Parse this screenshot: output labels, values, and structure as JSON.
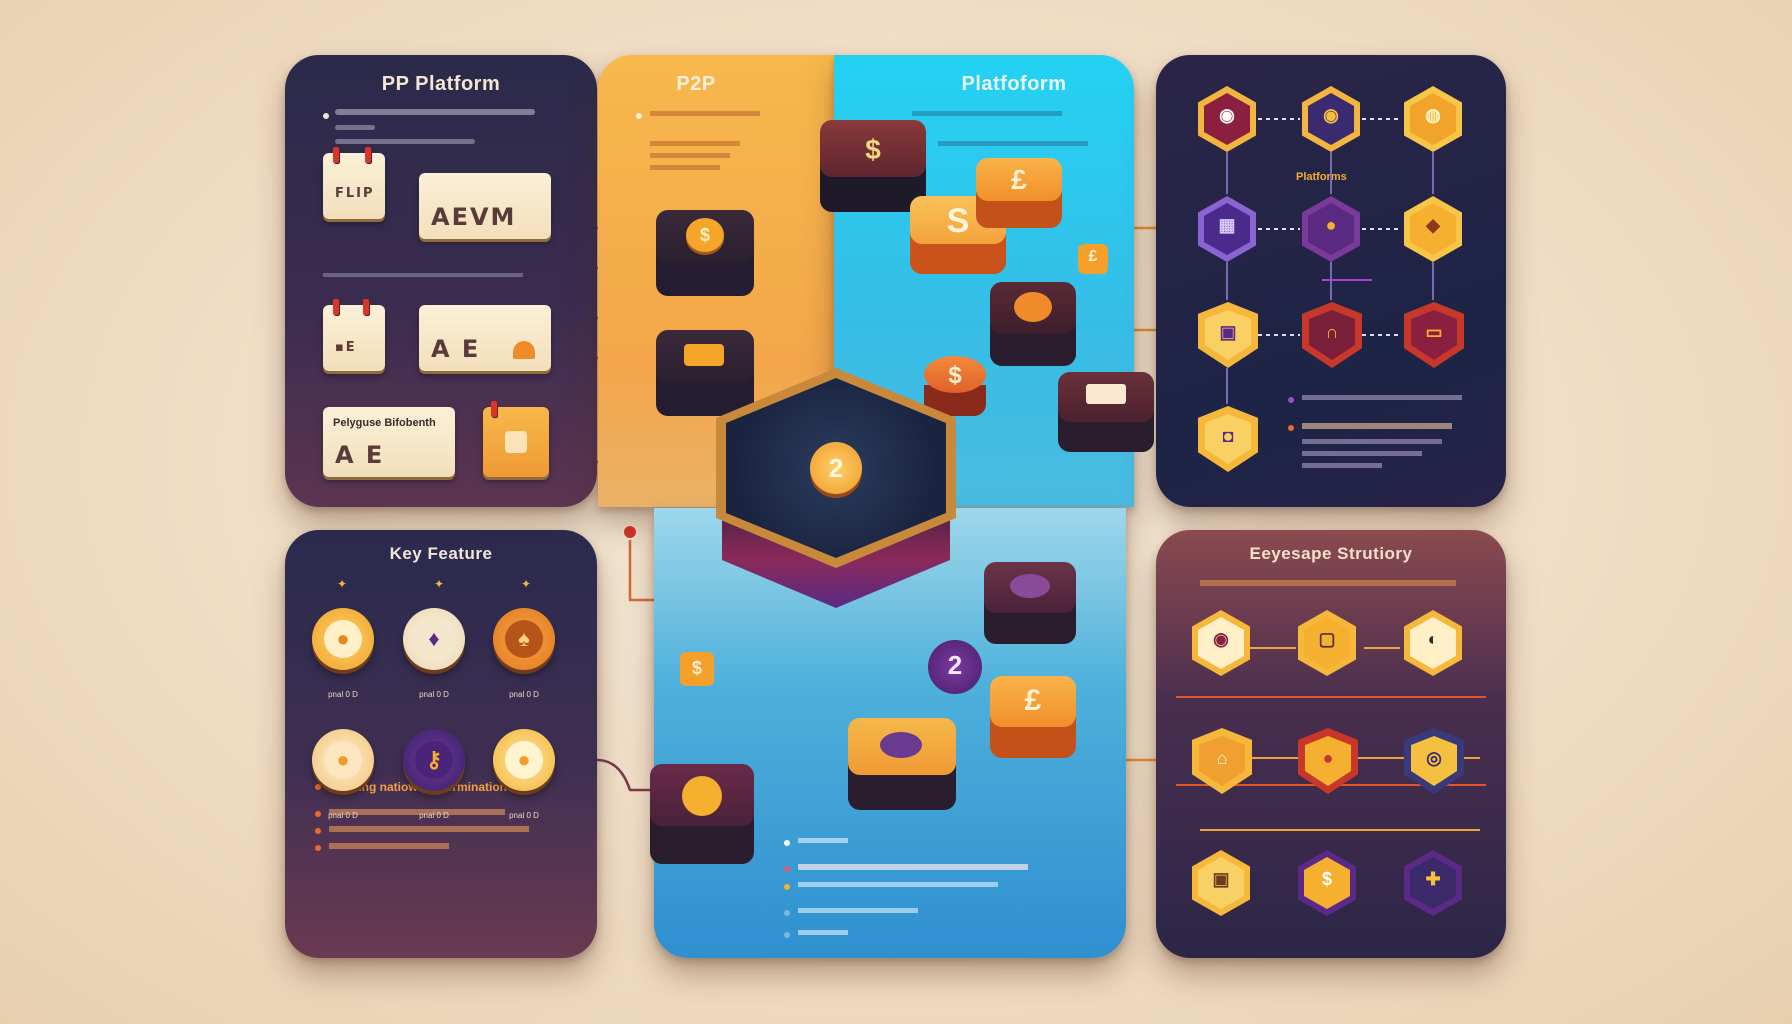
{
  "panels": {
    "top_left": {
      "title": "PP Platform",
      "card1": "FLIP",
      "card2_brand": "AEVM",
      "card3_brand": "A E",
      "card4_title": "Pelyguse Bifobenth",
      "card4_brand": "A E"
    },
    "p2p": {
      "title": "P2P"
    },
    "platform": {
      "title": "Platfoform"
    },
    "top_right": {
      "label": "Platforms"
    },
    "key_feature": {
      "title": "Key Feature",
      "coin_label": "pnal 0 D",
      "bullet_lead": "Trupling natiowage termination"
    },
    "ecosystem": {
      "title": "Eeyesape Strutiory"
    },
    "center": {
      "badge": "2"
    }
  },
  "colors": {
    "gold": "#f5b02f",
    "purple": "#5b2a86",
    "navy": "#24233f",
    "orange": "#ef7c2a",
    "cyan": "#24d2f3"
  },
  "icons": {
    "center": "blockchain-hub-icon",
    "dollar": "dollar-coin-icon",
    "pound": "pound-coin-icon",
    "lock": "lock-icon",
    "user": "user-icon"
  }
}
